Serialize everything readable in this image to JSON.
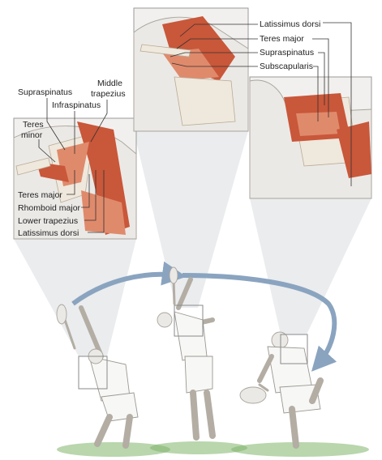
{
  "labels": {
    "latissimus_dorsi_top": "Latissimus dorsi",
    "teres_major_top": "Teres major",
    "supraspinatus_top": "Supraspinatus",
    "subscapularis": "Subscapularis",
    "supraspinatus_left": "Supraspinatus",
    "infraspinatus": "Infraspinatus",
    "middle_trapezius_l1": "Middle",
    "middle_trapezius_l2": "trapezius",
    "teres_minor_l1": "Teres",
    "teres_minor_l2": "minor",
    "teres_major_left": "Teres major",
    "rhomboid_major": "Rhomboid major",
    "lower_trapezius": "Lower trapezius",
    "latissimus_dorsi_left": "Latissimus dorsi"
  },
  "colors": {
    "muscle": "#c9573a",
    "muscle_light": "#e08a6c",
    "arrow": "#8aa4c0",
    "bone": "#efe8dc",
    "panel_bg": "#f2f0ee"
  },
  "icons": {
    "motion_arrow": "curved-motion-arrow-icon"
  }
}
